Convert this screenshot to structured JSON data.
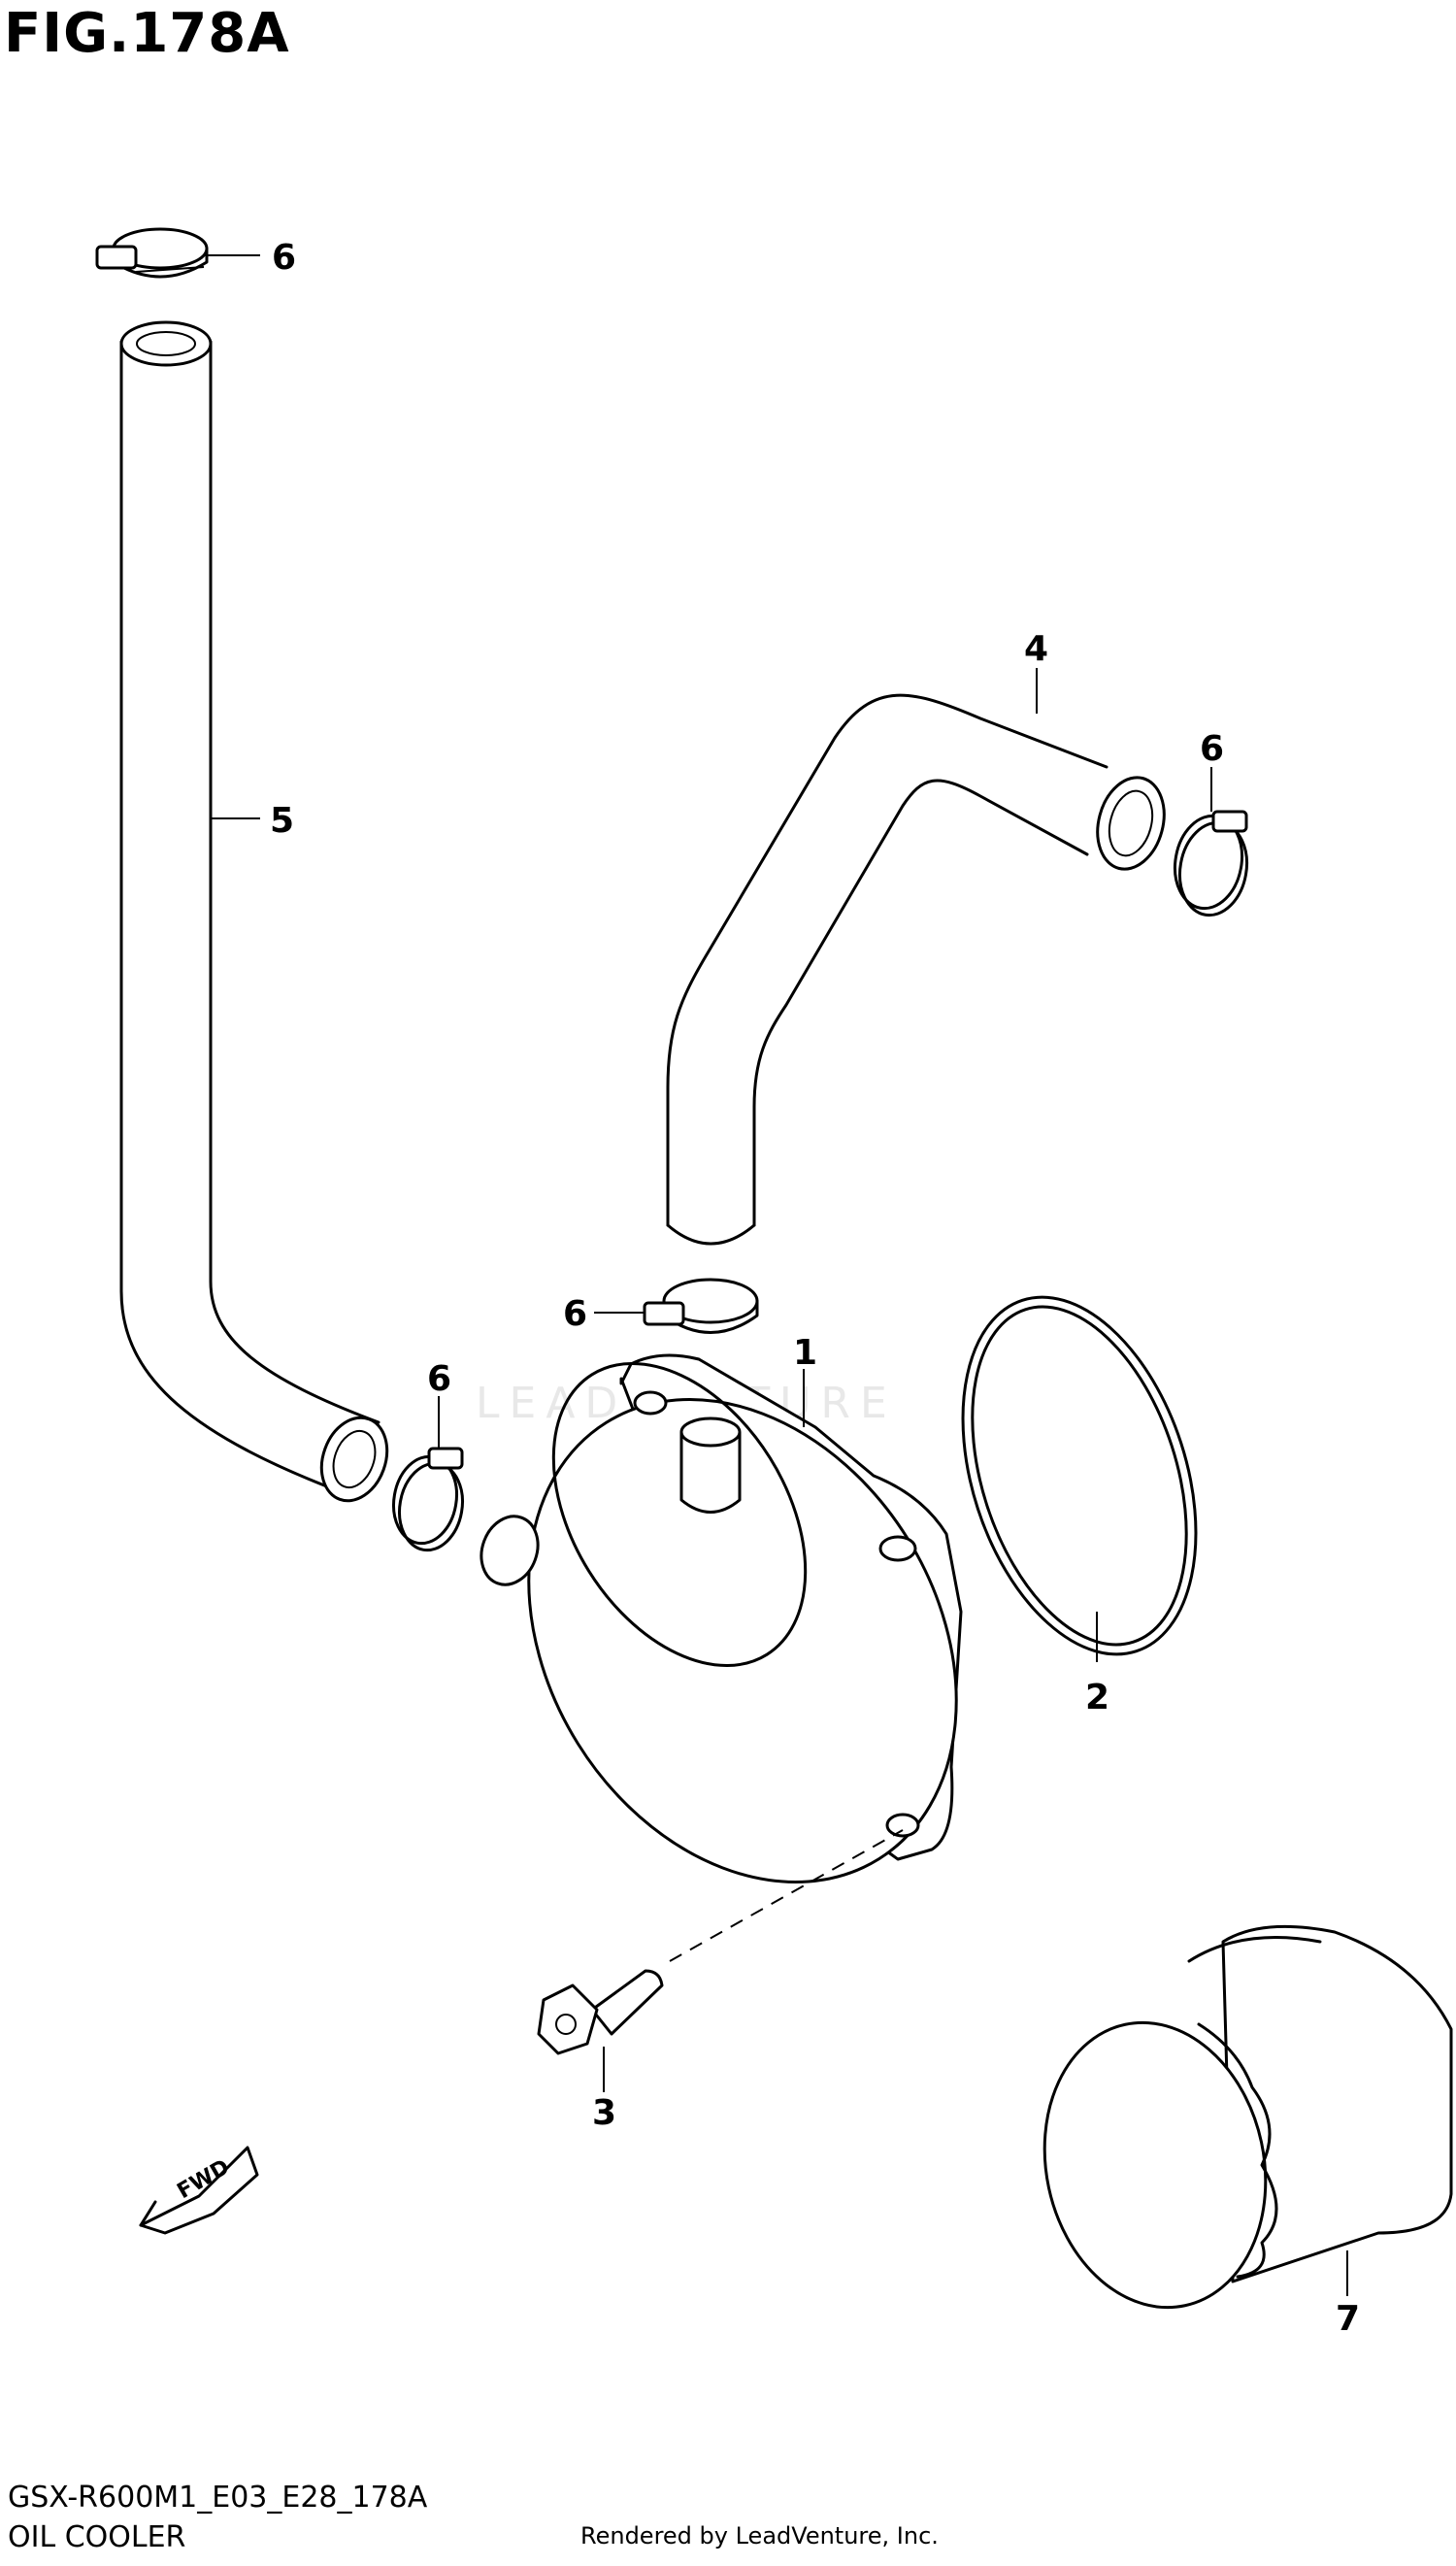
{
  "figure": {
    "title": "FIG.178A",
    "model_code": "GSX-R600M1_E03_E28_178A",
    "section_name": "OIL COOLER",
    "credit": "Rendered by LeadVenture, Inc.",
    "watermark": "LEADVENTURE",
    "fwd_label": "FWD"
  },
  "parts": [
    {
      "id": "1",
      "label": "1"
    },
    {
      "id": "2",
      "label": "2"
    },
    {
      "id": "3",
      "label": "3"
    },
    {
      "id": "4",
      "label": "4"
    },
    {
      "id": "5",
      "label": "5"
    },
    {
      "id": "6a",
      "label": "6"
    },
    {
      "id": "6b",
      "label": "6"
    },
    {
      "id": "6c",
      "label": "6"
    },
    {
      "id": "6d",
      "label": "6"
    },
    {
      "id": "7",
      "label": "7"
    }
  ]
}
